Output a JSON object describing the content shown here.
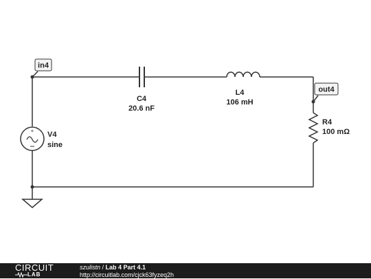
{
  "schematic": {
    "nodes": {
      "in4": "in4",
      "out4": "out4"
    },
    "components": {
      "capacitor": {
        "name": "C4",
        "value": "20.6 nF"
      },
      "inductor": {
        "name": "L4",
        "value": "106 mH"
      },
      "resistor": {
        "name": "R4",
        "value": "100 mΩ"
      },
      "source": {
        "name": "V4",
        "value": "sine"
      }
    }
  },
  "footer": {
    "logo_top": "CIRCUIT",
    "logo_bottom": "LAB",
    "user": "szulistn",
    "separator": " / ",
    "title": "Lab 4 Part 4.1",
    "url": "http://circuitlab.com/cjck63fyzeq2h"
  },
  "colors": {
    "wire": "#333333",
    "footer_bg": "#1c1c1c"
  }
}
